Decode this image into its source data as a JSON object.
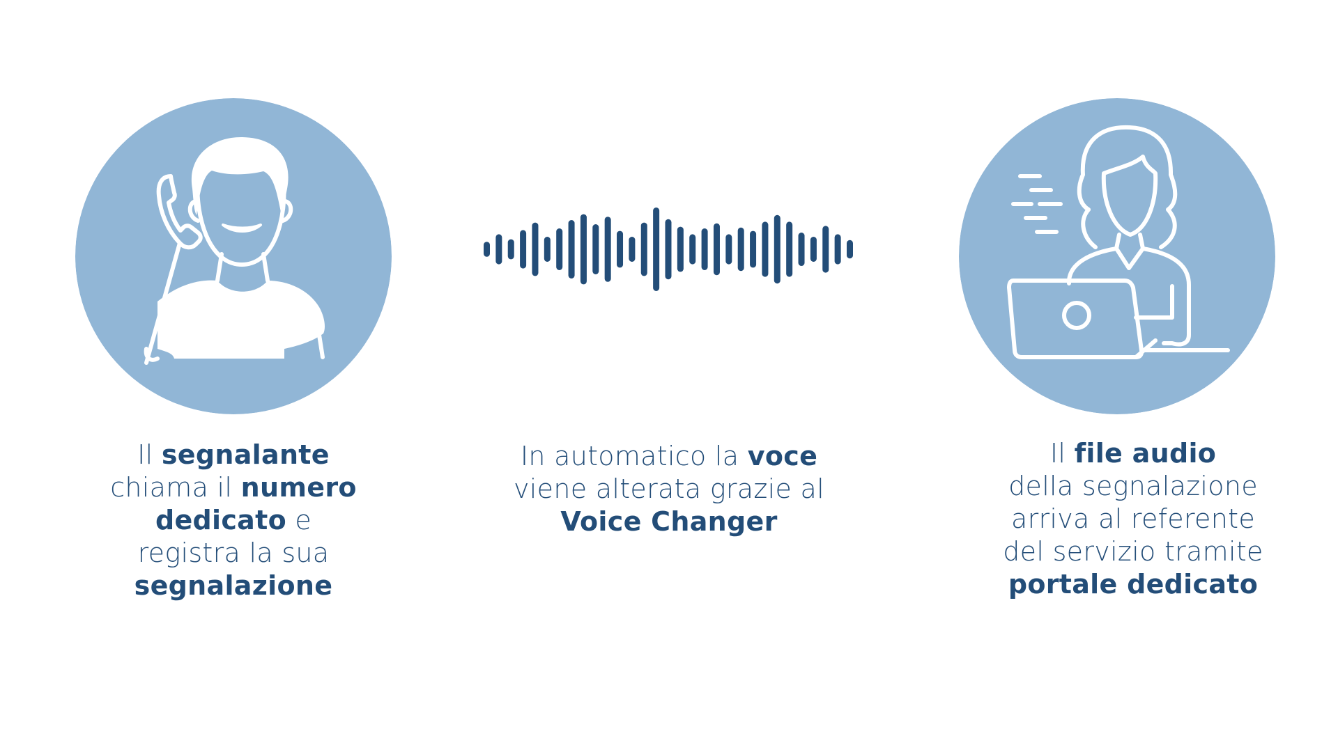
{
  "colors": {
    "circle_fill": "#91b6d6",
    "wave": "#234d78",
    "text": "#234d78",
    "icon_stroke": "#ffffff"
  },
  "steps": [
    {
      "icon": "man-on-phone-icon",
      "lines": [
        [
          {
            "t": "Il ",
            "b": false
          },
          {
            "t": "segnalante",
            "b": true
          }
        ],
        [
          {
            "t": "chiama il ",
            "b": false
          },
          {
            "t": "numero",
            "b": true
          }
        ],
        [
          {
            "t": "dedicato",
            "b": true
          },
          {
            "t": " e",
            "b": false
          }
        ],
        [
          {
            "t": "registra la sua",
            "b": false
          }
        ],
        [
          {
            "t": "segnalazione",
            "b": true
          }
        ]
      ]
    },
    {
      "icon": "sound-wave-icon",
      "lines": [
        [
          {
            "t": "In automatico la ",
            "b": false
          },
          {
            "t": "voce",
            "b": true
          }
        ],
        [
          {
            "t": "viene alterata grazie al",
            "b": false
          }
        ],
        [
          {
            "t": "Voice Changer",
            "b": true
          }
        ]
      ]
    },
    {
      "icon": "woman-at-laptop-icon",
      "lines": [
        [
          {
            "t": "Il ",
            "b": false
          },
          {
            "t": "file audio",
            "b": true
          }
        ],
        [
          {
            "t": "della segnalazione",
            "b": false
          }
        ],
        [
          {
            "t": "arriva al referente",
            "b": false
          }
        ],
        [
          {
            "t": "del servizio tramite",
            "b": false
          }
        ],
        [
          {
            "t": "portale dedicato",
            "b": true
          }
        ]
      ]
    }
  ],
  "wave_levels": [
    0.18,
    0.36,
    0.24,
    0.46,
    0.64,
    0.3,
    0.5,
    0.7,
    0.84,
    0.6,
    0.78,
    0.44,
    0.3,
    0.64,
    1.0,
    0.72,
    0.54,
    0.36,
    0.5,
    0.62,
    0.36,
    0.52,
    0.44,
    0.66,
    0.82,
    0.66,
    0.4,
    0.3,
    0.56,
    0.36,
    0.22
  ]
}
